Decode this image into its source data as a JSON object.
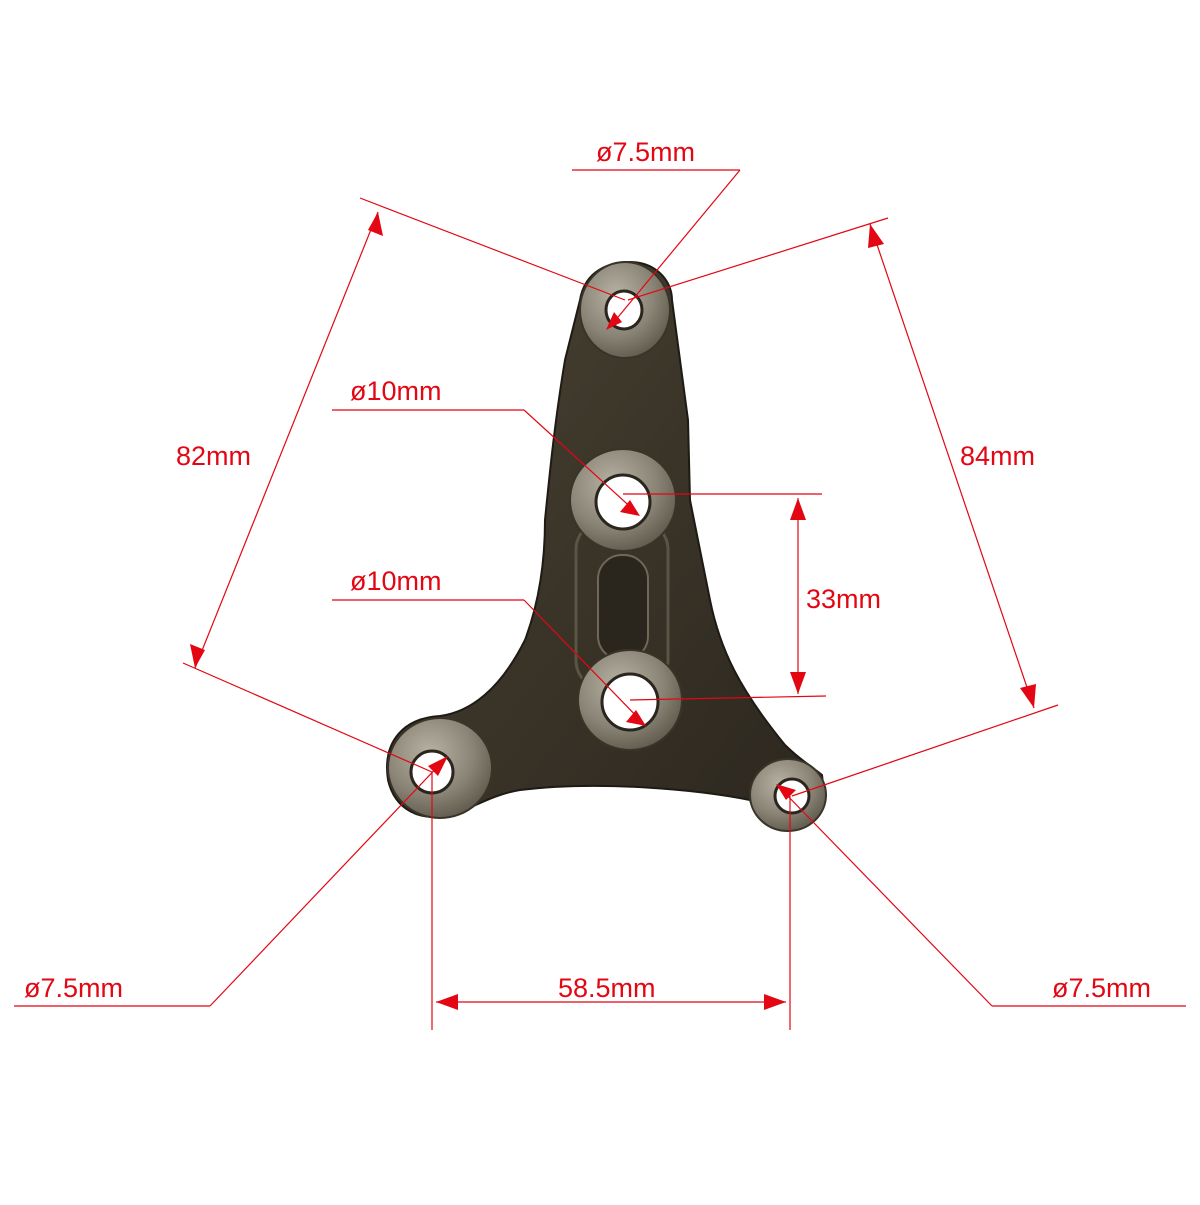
{
  "diagram": {
    "labels": {
      "top_hole": "ø7.5mm",
      "upper_center_hole": "ø10mm",
      "lower_center_hole": "ø10mm",
      "left_hole": "ø7.5mm",
      "right_hole": "ø7.5mm",
      "left_span": "82mm",
      "right_span": "84mm",
      "center_spacing": "33mm",
      "bottom_span": "58.5mm"
    },
    "colors": {
      "annotation": "#e30613",
      "metal_dark": "#3a3428",
      "metal_edge": "#7a7466",
      "background": "#ffffff"
    }
  }
}
